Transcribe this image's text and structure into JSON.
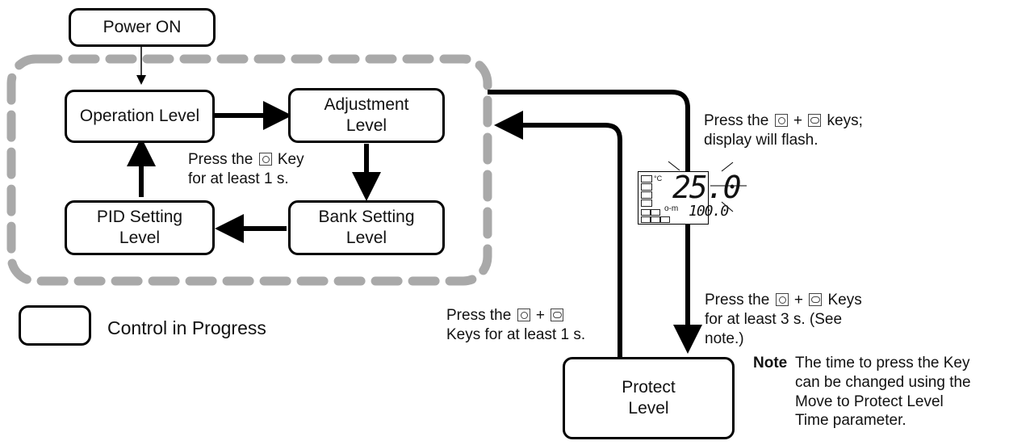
{
  "nodes": {
    "power_on": "Power ON",
    "operation": "Operation Level",
    "adjustment": "Adjustment\nLevel",
    "pid": "PID Setting\nLevel",
    "bank": "Bank Setting\nLevel",
    "protect": "Protect\nLevel"
  },
  "legend": {
    "label": "Control in Progress"
  },
  "labels": {
    "level_key_a": "Press the",
    "level_key_b": "Key",
    "level_key_c": "for at least 1 s.",
    "flash_a": "Press the",
    "flash_b": "+",
    "flash_c": "keys;",
    "flash_d": "display will flash.",
    "to_protect_a": "Press the",
    "to_protect_b": "+",
    "to_protect_c": "Keys",
    "to_protect_d": "for at least 3 s. (See",
    "to_protect_e": "note.)",
    "from_protect_a": "Press the",
    "from_protect_b": "+",
    "from_protect_c": "Keys for at least 1 s."
  },
  "note": {
    "title": "Note",
    "line1": "The time to press the Key",
    "line2": "can be changed using the",
    "line3": "Move to Protect Level",
    "line4": "Time parameter."
  },
  "display": {
    "pv": "25.0",
    "sv": "100.0",
    "unit": "°C",
    "key_symbol": "o-m"
  },
  "icons": [
    "level-key-icon",
    "mode-key-icon"
  ]
}
